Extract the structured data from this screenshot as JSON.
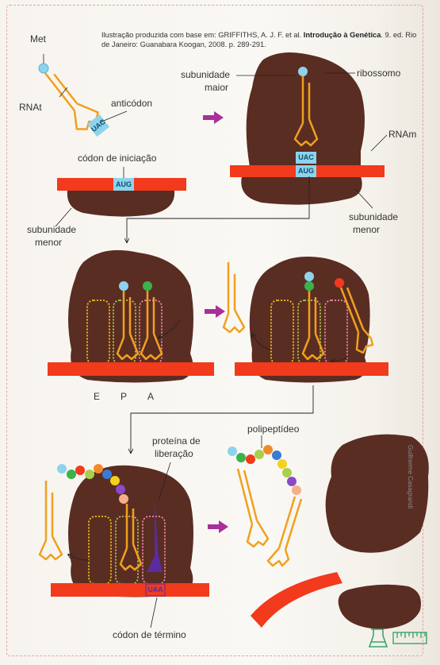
{
  "caption": {
    "prefix": "Ilustração produzida com base em: GRIFFITHS, A. J. F. et al. ",
    "book_title": "Introdução à Genética",
    "suffix": ". 9. ed. Rio de Janeiro: Guanabara Koogan, 2008. p. 289-291."
  },
  "labels": {
    "met": "Met",
    "rnat": "RNAt",
    "anticodon": "anticódon",
    "codon_iniciacao": "códon de iniciação",
    "subunidade_menor_1_line1": "subunidade",
    "subunidade_menor_1_line2": "menor",
    "subunidade_maior_line1": "subunidade",
    "subunidade_maior_line2": "maior",
    "ribossomo": "ribossomo",
    "rnam": "RNAm",
    "subunidade_menor_2_line1": "subunidade",
    "subunidade_menor_2_line2": "menor",
    "site_e": "E",
    "site_p": "P",
    "site_a": "A",
    "proteina_liberacao_line1": "proteína de",
    "proteina_liberacao_line2": "liberação",
    "polipeptideo": "polipeptídeo",
    "codon_termino": "códon de término",
    "credit": "Guilherme Casagrandi"
  },
  "codons": {
    "uac_free": "UAC",
    "aug_free": "AUG",
    "uac_bound": "UAC",
    "aug_bound": "AUG",
    "uaa": "UAA"
  },
  "colors": {
    "ribosome": "#5a2d22",
    "mrna": "#f23a1c",
    "trna": "#f0a01e",
    "codon_box": "#8dd3ee",
    "arrow": "#a8309a",
    "release_factor": "#5a2ca0",
    "site_e": "#f2c318",
    "site_p": "#a8d04a",
    "site_a": "#f28ab0"
  }
}
